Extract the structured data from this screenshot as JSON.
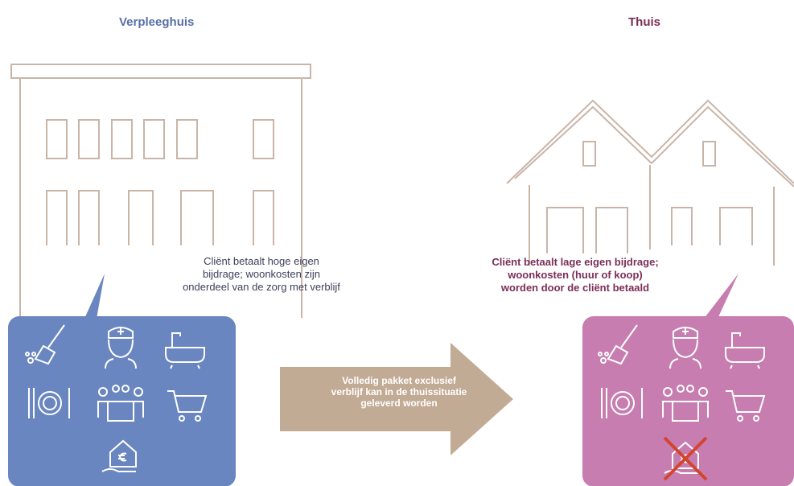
{
  "left": {
    "title": "Verpleeghuis",
    "caption_lines": [
      "Cliënt betaalt hoge eigen",
      "bijdrage; woonkosten zijn",
      "onderdeel van de zorg met verblijf"
    ]
  },
  "right": {
    "title": "Thuis",
    "caption_lines": [
      "Cliënt betaalt lage eigen bijdrage;",
      "woonkosten (huur of koop)",
      "worden door de cliënt betaald"
    ]
  },
  "arrow": {
    "lines": [
      "Volledig pakket exclusief",
      "verblijf kan in de thuissituatie",
      "geleverd worden"
    ]
  },
  "icons": [
    "cleaning-broom-icon",
    "nurse-icon",
    "bath-icon",
    "meal-plate-icon",
    "group-activity-icon",
    "shopping-cart-icon",
    "housing-cost-icon"
  ],
  "colors": {
    "left_box": "#6a86c0",
    "right_box": "#c77db0",
    "arrow": "#c2ab95",
    "building_stroke": "#c9b5a8",
    "cross": "#d2452f",
    "title_left": "#5a6fa8",
    "title_right": "#7a2e58"
  }
}
